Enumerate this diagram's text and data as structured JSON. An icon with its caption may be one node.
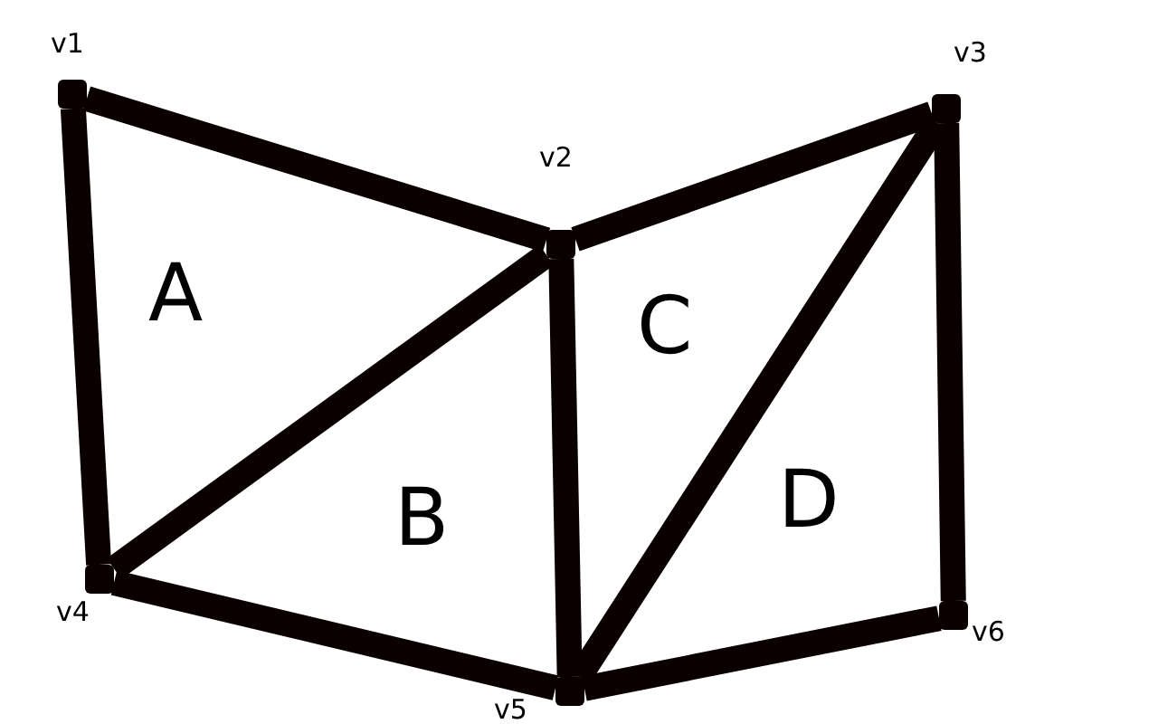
{
  "diagram": {
    "nodes": [
      {
        "text": [
          "v1"
        ]
      },
      {
        "text": [
          "v2"
        ]
      },
      {
        "text": [
          "v3"
        ]
      },
      {
        "text": [
          "v4"
        ]
      },
      {
        "text": [
          "v5"
        ]
      },
      {
        "text": [
          "v6"
        ]
      }
    ],
    "edges": [
      {
        "from": 0,
        "to": 1,
        "arrow": "none"
      },
      {
        "from": 1,
        "to": 2,
        "arrow": "none"
      },
      {
        "from": 0,
        "to": 3,
        "arrow": "none"
      },
      {
        "from": 1,
        "to": 3,
        "arrow": "none"
      },
      {
        "from": 1,
        "to": 4,
        "arrow": "none"
      },
      {
        "from": 2,
        "to": 4,
        "arrow": "none"
      },
      {
        "from": 2,
        "to": 5,
        "arrow": "none"
      },
      {
        "from": 3,
        "to": 4,
        "arrow": "none"
      },
      {
        "from": 4,
        "to": 5,
        "arrow": "none"
      }
    ],
    "labels": [
      "A",
      "B",
      "C",
      "D"
    ]
  }
}
